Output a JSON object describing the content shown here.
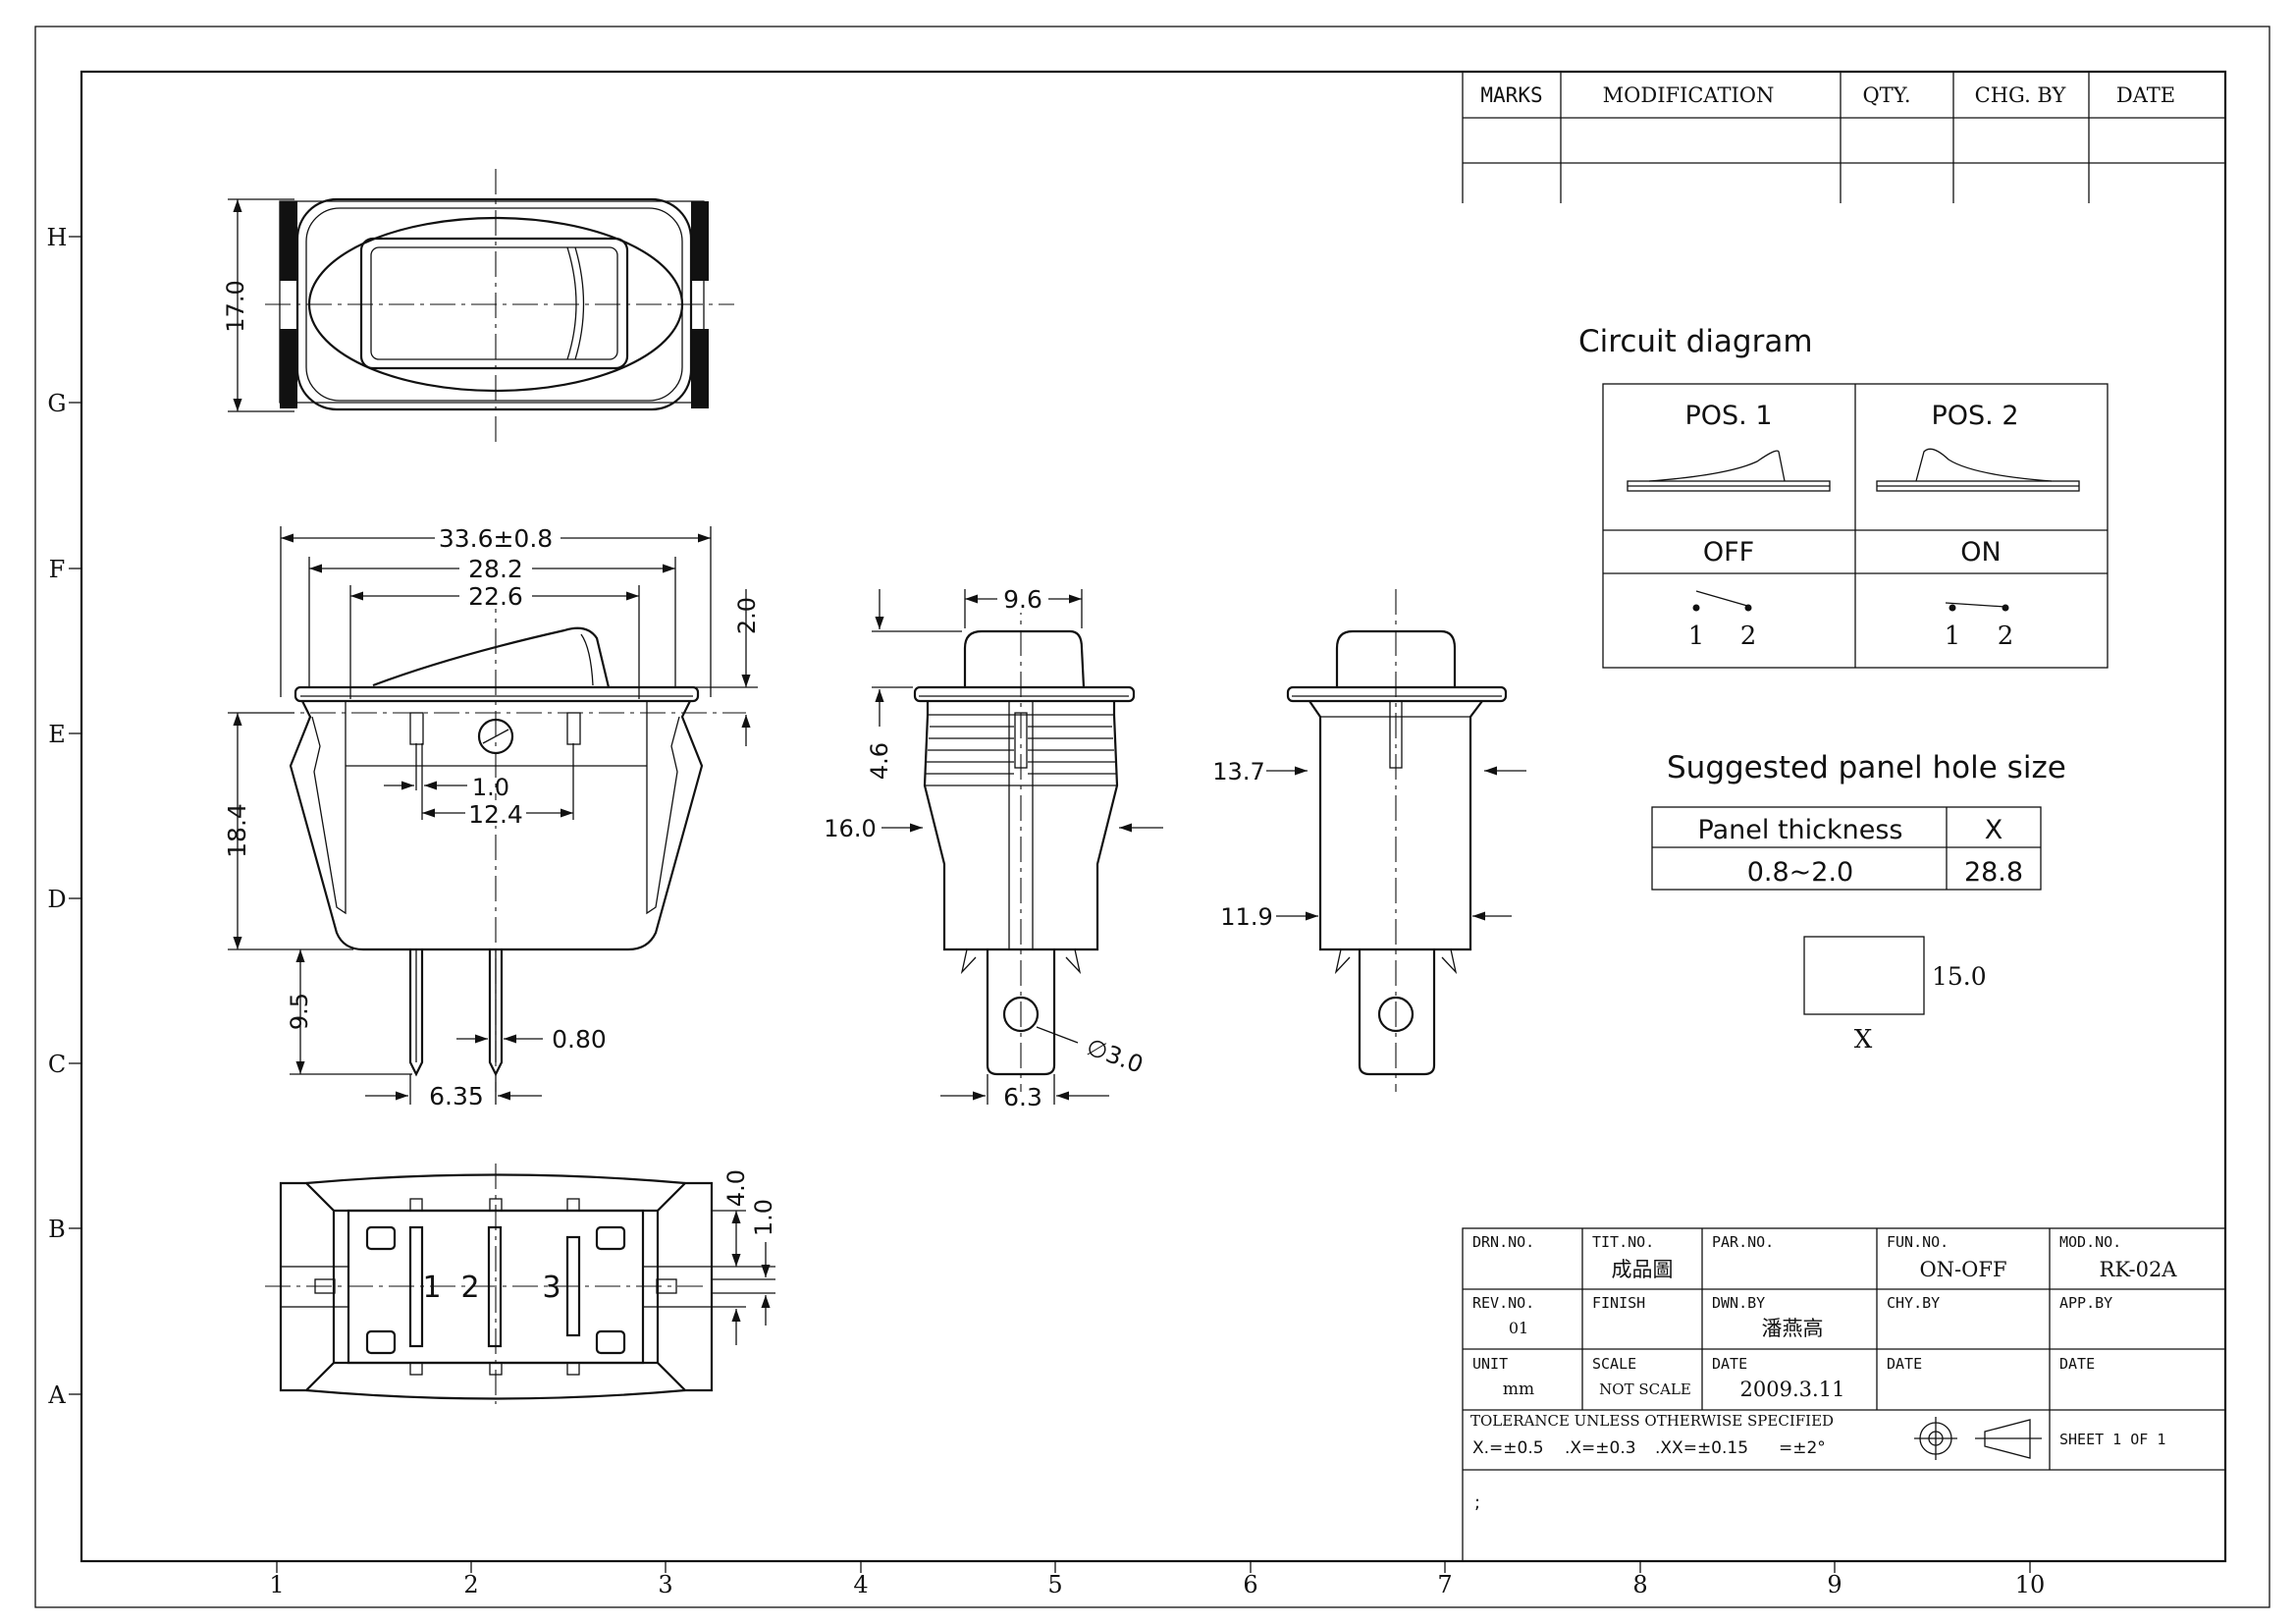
{
  "grid": {
    "rows": [
      "H",
      "G",
      "F",
      "E",
      "D",
      "C",
      "B",
      "A"
    ],
    "cols": [
      "1",
      "2",
      "3",
      "4",
      "5",
      "6",
      "7",
      "8",
      "9",
      "10"
    ]
  },
  "revision_table": {
    "headers": [
      "MARKS",
      "MODIFICATION",
      "QTY.",
      "CHG. BY",
      "DATE"
    ]
  },
  "circuit": {
    "title": "Circuit diagram",
    "pos1": "POS. 1",
    "pos2": "POS. 2",
    "state1": "OFF",
    "state2": "ON",
    "t1": "1",
    "t2": "2"
  },
  "panel": {
    "title": "Suggested panel hole size",
    "col1": "Panel thickness",
    "col2": "X",
    "thickness": "0.8~2.0",
    "x": "28.8",
    "height": "15.0",
    "width_label": "X"
  },
  "dims": {
    "top_h": "17.0",
    "overall": "33.6±0.8",
    "w282": "28.2",
    "w226": "22.6",
    "d20": "2.0",
    "d10": "1.0",
    "d124": "12.4",
    "d184": "18.4",
    "d95": "9.5",
    "d080": "0.80",
    "d635": "6.35",
    "d96": "9.6",
    "d46": "4.6",
    "d160": "16.0",
    "d63": "6.3",
    "d30": "∅3.0",
    "d137": "13.7",
    "d119": "11.9",
    "b40": "4.0",
    "b10": "1.0"
  },
  "pins": [
    "1",
    "2",
    "3"
  ],
  "title_block": {
    "drn_no_label": "DRN.NO.",
    "tit_no_label": "TIT.NO.",
    "tit_no_value": "成品圖",
    "par_no_label": "PAR.NO.",
    "fun_no_label": "FUN.NO.",
    "fun_no_value": "ON-OFF",
    "mod_no_label": "MOD.NO.",
    "mod_no_value": "RK-02A",
    "rev_no_label": "REV.NO.",
    "rev_no_value": "01",
    "finish_label": "FINISH",
    "dwn_by_label": "DWN.BY",
    "dwn_by_value": "潘燕高",
    "chy_by_label": "CHY.BY",
    "app_by_label": "APP.BY",
    "unit_label": "UNIT",
    "unit_value": "mm",
    "scale_label": "SCALE",
    "scale_value": "NOT SCALE",
    "date_label": "DATE",
    "date_value": "2009.3.11",
    "date_label2": "DATE",
    "date_label3": "DATE",
    "tolerance_title": "TOLERANCE UNLESS OTHERWISE SPECIFIED",
    "tol_x": "X.=±0.5",
    "tol_xx": ".X=±0.3",
    "tol_xxx": ".XX=±0.15",
    "tol_ang": "=±2°",
    "sheet": "SHEET 1 OF 1",
    "note": ";"
  }
}
